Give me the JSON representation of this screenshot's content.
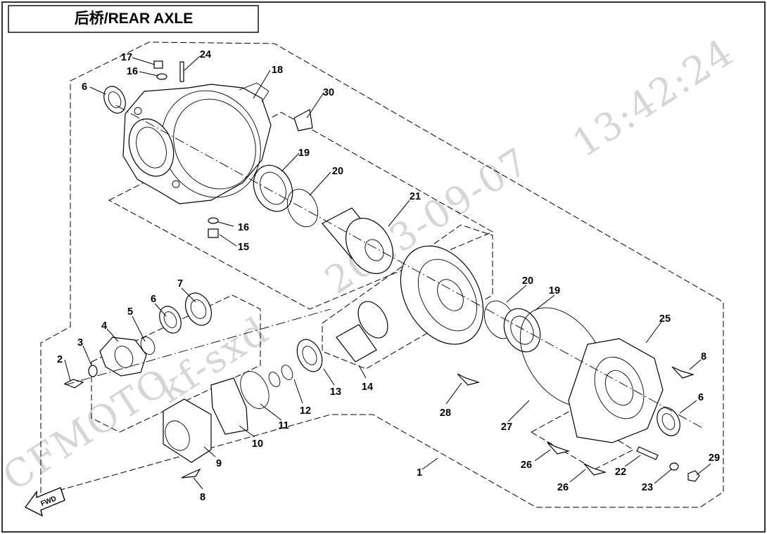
{
  "title": "后桥/REAR AXLE",
  "watermark": {
    "brand": "CFMOTO",
    "user": "kf-sxd",
    "date": "2023-09-07",
    "time": "13:42:24"
  },
  "fwd_label": "FWD",
  "callouts": [
    "1",
    "2",
    "3",
    "4",
    "5",
    "6",
    "6",
    "6",
    "7",
    "8",
    "8",
    "9",
    "10",
    "11",
    "12",
    "13",
    "14",
    "15",
    "16",
    "16",
    "17",
    "18",
    "19",
    "19",
    "20",
    "20",
    "21",
    "22",
    "23",
    "24",
    "25",
    "26",
    "26",
    "27",
    "28",
    "29",
    "30"
  ]
}
